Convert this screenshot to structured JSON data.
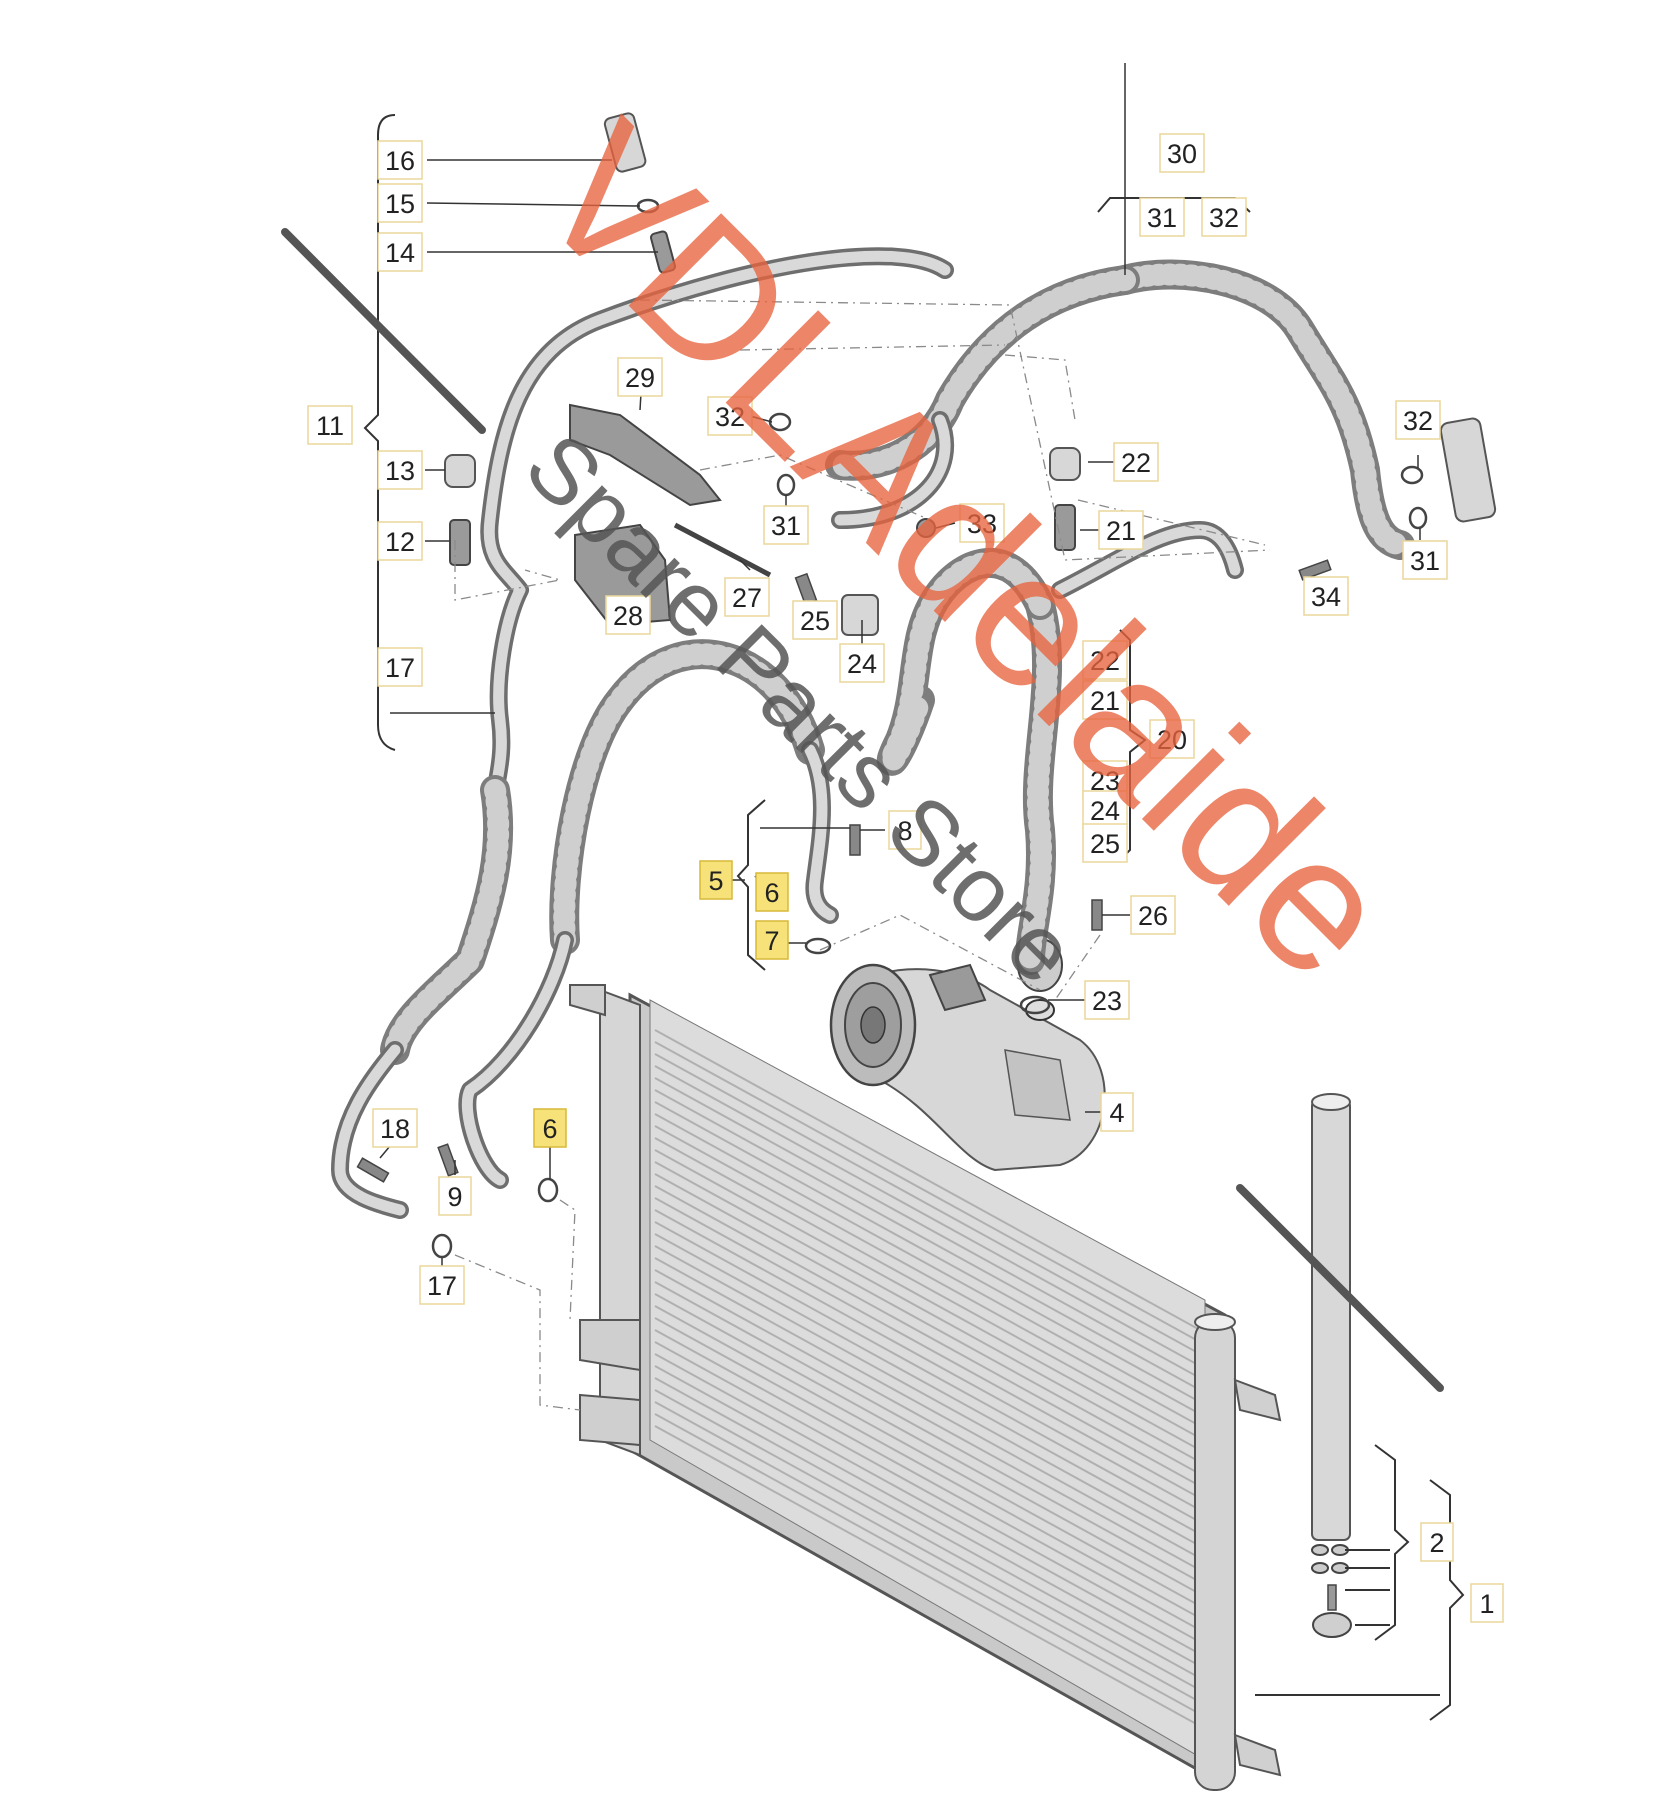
{
  "diagram": {
    "callouts": [
      {
        "id": "c16",
        "label": "16"
      },
      {
        "id": "c15",
        "label": "15"
      },
      {
        "id": "c14",
        "label": "14"
      },
      {
        "id": "c11",
        "label": "11"
      },
      {
        "id": "c13",
        "label": "13"
      },
      {
        "id": "c12",
        "label": "12"
      },
      {
        "id": "c17a",
        "label": "17"
      },
      {
        "id": "c29a",
        "label": "29"
      },
      {
        "id": "c32a",
        "label": "32"
      },
      {
        "id": "c31a",
        "label": "31"
      },
      {
        "id": "c33",
        "label": "33"
      },
      {
        "id": "c28",
        "label": "28"
      },
      {
        "id": "c27",
        "label": "27"
      },
      {
        "id": "c25",
        "label": "25"
      },
      {
        "id": "c24",
        "label": "24"
      },
      {
        "id": "c30",
        "label": "30"
      },
      {
        "id": "c31b",
        "label": "31"
      },
      {
        "id": "c32b",
        "label": "32"
      },
      {
        "id": "c22a",
        "label": "22"
      },
      {
        "id": "c21a",
        "label": "21"
      },
      {
        "id": "c32c",
        "label": "32"
      },
      {
        "id": "c31c",
        "label": "31"
      },
      {
        "id": "c34",
        "label": "34"
      },
      {
        "id": "c22b",
        "label": "22"
      },
      {
        "id": "c21b",
        "label": "21"
      },
      {
        "id": "c20",
        "label": "20"
      },
      {
        "id": "c23a",
        "label": "23"
      },
      {
        "id": "c24b",
        "label": "24"
      },
      {
        "id": "c25b",
        "label": "25"
      },
      {
        "id": "c8",
        "label": "8"
      },
      {
        "id": "c5",
        "label": "5"
      },
      {
        "id": "c6a",
        "label": "6"
      },
      {
        "id": "c7",
        "label": "7"
      },
      {
        "id": "c26",
        "label": "26"
      },
      {
        "id": "c23b",
        "label": "23"
      },
      {
        "id": "c4",
        "label": "4"
      },
      {
        "id": "c18",
        "label": "18"
      },
      {
        "id": "c9",
        "label": "9"
      },
      {
        "id": "c6b",
        "label": "6"
      },
      {
        "id": "c17b",
        "label": "17"
      },
      {
        "id": "c2",
        "label": "2"
      },
      {
        "id": "c1",
        "label": "1"
      }
    ],
    "highlighted_callouts": [
      "c5",
      "c6a",
      "c7",
      "c6b"
    ]
  },
  "watermark": {
    "main": "VDLAdelaide",
    "sub": "Spare Parts Store"
  },
  "colors": {
    "highlight": "#f7e27a",
    "watermark_orange": "#e8633d",
    "watermark_gray": "#555555"
  }
}
